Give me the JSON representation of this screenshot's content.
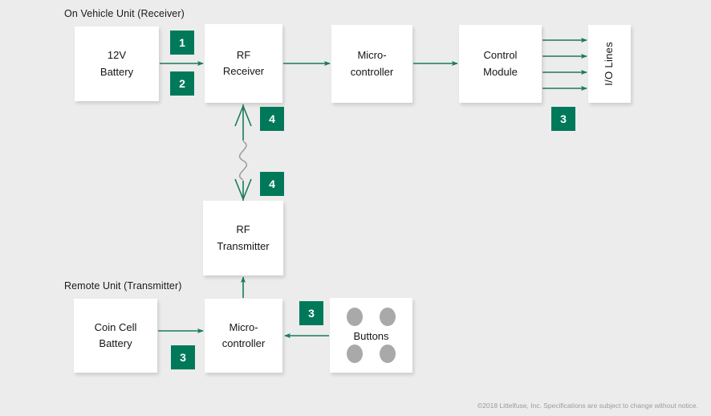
{
  "diagram": {
    "background_color": "#ececec",
    "accent_color": "#00795a",
    "box_color": "#ffffff",
    "sections": [
      {
        "id": "vehicle",
        "label": "On Vehicle Unit (Receiver)"
      },
      {
        "id": "remote",
        "label": "Remote Unit (Transmitter)"
      }
    ],
    "blocks": [
      {
        "id": "battery12v",
        "line1": "12V",
        "line2": "Battery"
      },
      {
        "id": "rf-receiver",
        "line1": "RF",
        "line2": "Receiver"
      },
      {
        "id": "microcontroller-vehicle",
        "line1": "Micro-",
        "line2": "controller"
      },
      {
        "id": "control-module",
        "line1": "Control",
        "line2": "Module"
      },
      {
        "id": "io-lines",
        "line1": "I/O Lines",
        "line2": ""
      },
      {
        "id": "rf-transmitter",
        "line1": "RF",
        "line2": "Transmitter"
      },
      {
        "id": "coin-cell-battery",
        "line1": "Coin Cell",
        "line2": "Battery"
      },
      {
        "id": "microcontroller-remote",
        "line1": "Micro-",
        "line2": "controller"
      },
      {
        "id": "buttons",
        "line1": "Buttons",
        "line2": ""
      }
    ],
    "badges": [
      {
        "id": "badge-1-battery-receiver",
        "value": "1"
      },
      {
        "id": "badge-2-battery-receiver",
        "value": "2"
      },
      {
        "id": "badge-3-io-lines",
        "value": "3"
      },
      {
        "id": "badge-4-antenna-receiver",
        "value": "4"
      },
      {
        "id": "badge-4-antenna-transmitter",
        "value": "4"
      },
      {
        "id": "badge-3-buttons",
        "value": "3"
      },
      {
        "id": "badge-3-coincell",
        "value": "3"
      }
    ],
    "button_dots_count": 4,
    "io_arrow_count": 4
  },
  "footer": {
    "copyright": "©2018 Littelfuse, Inc. Specifications are subject to change without notice."
  }
}
